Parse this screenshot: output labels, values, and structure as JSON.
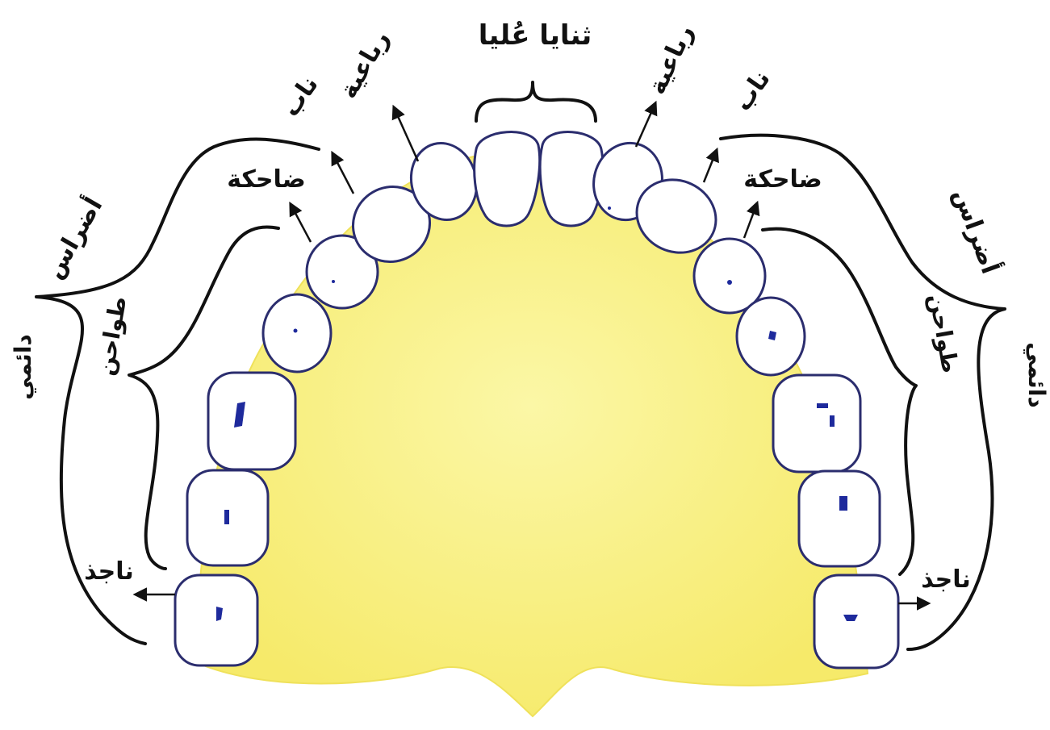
{
  "labels": {
    "upper_incisors": "ثنايا عُليا",
    "lateral_incisor_left": "رباعية",
    "lateral_incisor_right": "رباعية",
    "canine_left": "ناب",
    "canine_right": "ناب",
    "premolar_left": "ضاحكة",
    "premolar_right": "ضاحكة",
    "molars_left": "أضراس",
    "molars_right": "أضراس",
    "grinders_left": "طواحن",
    "grinders_right": "طواحن",
    "permanent_left": "دائمي",
    "permanent_right": "دائمي",
    "wisdom_left": "ناجذ",
    "wisdom_right": "ناجذ"
  },
  "colors": {
    "palate": "#f8ef7c",
    "palate_edge": "#efe15a",
    "tooth_fill": "#ffffff",
    "tooth_outline": "#2b2d6e",
    "ink": "#111111"
  }
}
